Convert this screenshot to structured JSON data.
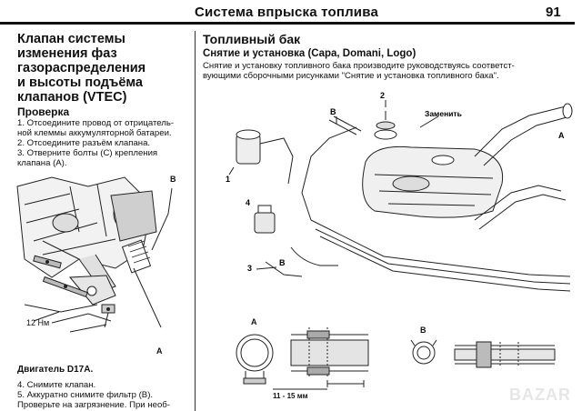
{
  "header": {
    "title": "Система впрыска топлива",
    "page_number": "91"
  },
  "left": {
    "title_lines": [
      "Клапан системы",
      "изменения фаз",
      "газораспределения",
      "и высоты подъёма",
      "клапанов (VTEC)"
    ],
    "subtitle": "Проверка",
    "steps": [
      "1. Отсоедините провод от отрицатель-",
      "ной клеммы аккумуляторной батареи.",
      "2. Отсоедините разъём клапана.",
      "3. Отверните болты (С) крепления",
      "клапана (А)."
    ],
    "figure_labels": {
      "b": "B",
      "a": "A",
      "torque": "12 Нм"
    },
    "caption": "Двигатель D17A.",
    "bottom_lines": [
      "4. Снимите клапан.",
      "5.  Аккуратно  снимите  фильтр  (В).",
      "Проверьте на загрязнение. При необ-"
    ]
  },
  "right": {
    "title": "Топливный бак",
    "subtitle": "Снятие и установка (Capa, Domani, Logo)",
    "text_lines": [
      "Снятие и установку топливного бака производите руководствуясь соответст-",
      "вующими сборочными рисунками \"Снятие и установка топливного бака\"."
    ],
    "figure_labels": {
      "n1": "1",
      "n2": "2",
      "n3": "3",
      "n4": "4",
      "b_top": "B",
      "a_top": "A",
      "b_mid": "B",
      "replace": "Заменить",
      "a_detail": "A",
      "b_detail": "B",
      "dimension": "11 - 15 мм"
    }
  }
}
